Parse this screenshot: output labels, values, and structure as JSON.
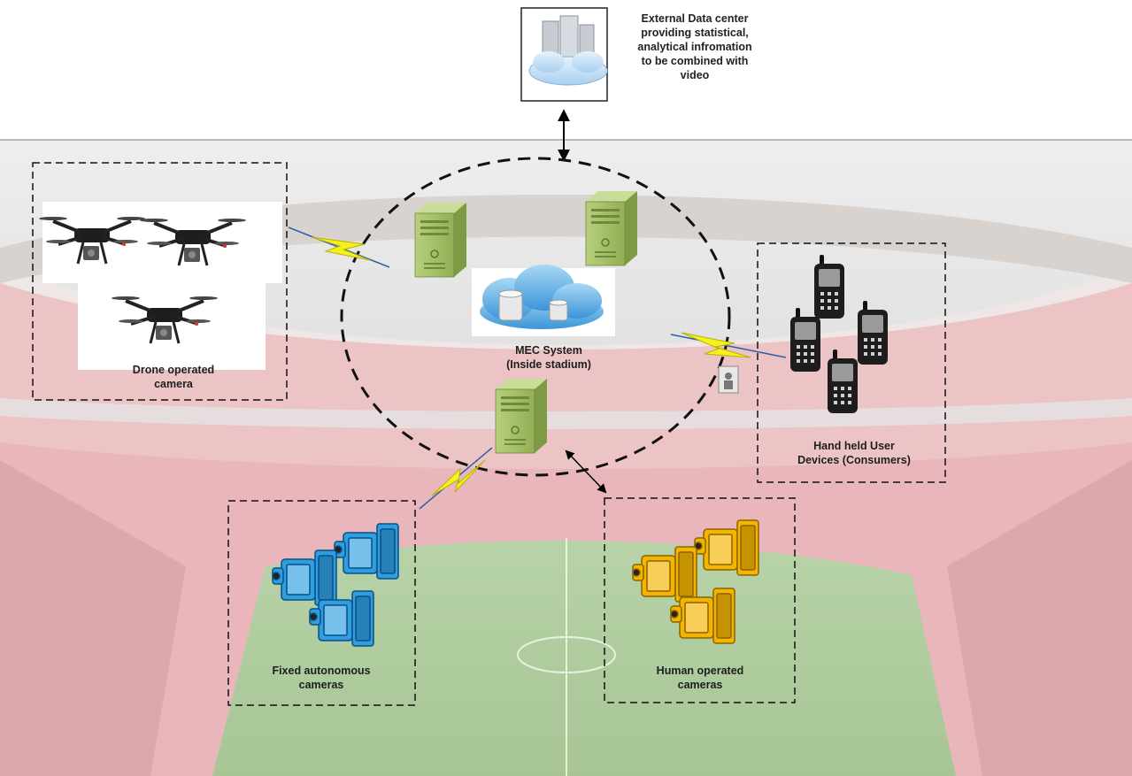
{
  "external_datacenter": {
    "label_lines": [
      "External Data center",
      "providing statistical,",
      "analytical infromation",
      "to be combined with",
      "video"
    ],
    "icon": "cloud-server-icon"
  },
  "mec_system": {
    "label_lines": [
      "MEC System",
      "(Inside stadium)"
    ],
    "icon": "cloud-database-icon",
    "server_icon": "server-icon"
  },
  "drone_group": {
    "label_lines": [
      "Drone operated",
      "camera"
    ],
    "icon": "drone-icon"
  },
  "handheld_group": {
    "label_lines": [
      "Hand held User",
      "Devices (Consumers)"
    ],
    "icon": "handheld-device-icon"
  },
  "fixed_cameras": {
    "label_lines": [
      "Fixed autonomous",
      "cameras"
    ],
    "icon": "video-camera-icon",
    "color": "#2e9ee0"
  },
  "human_cameras": {
    "label_lines": [
      "Human operated",
      "cameras"
    ],
    "icon": "video-camera-icon",
    "color": "#f4b400"
  },
  "colors": {
    "server": "#9bb75e",
    "lightning": "#f4f21e",
    "link": "#2f5fa8"
  }
}
